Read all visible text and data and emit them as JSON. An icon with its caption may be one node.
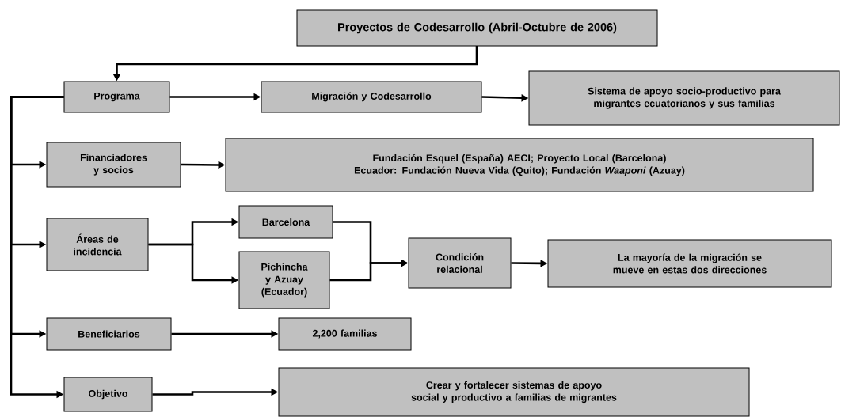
{
  "diagram": {
    "nodes": [
      {
        "text": [
          "Proyectos de Codesarrollo (Abril-Octubre de 2006)"
        ]
      },
      {
        "text": [
          "Programa"
        ]
      },
      {
        "text": [
          "Migración y Codesarrollo"
        ]
      },
      {
        "text": [
          "Sistema de apoyo socio-productivo para migrantes ecuatorianos y sus familias"
        ]
      },
      {
        "text": [
          "Financiadores y socios"
        ]
      },
      {
        "text": [
          "Fundación Esquel (España) AECI; Proyecto Local (Barcelona) Ecuador: Fundación Nueva Vida (Quito); Fundación *Waaponi* (Azuay)"
        ]
      },
      {
        "text": [
          "Áreas de incidencia"
        ]
      },
      {
        "text": [
          "Barcelona"
        ]
      },
      {
        "text": [
          "Pichincha y Azuay (Ecuador)"
        ]
      },
      {
        "text": [
          "Condición relacional"
        ]
      },
      {
        "text": [
          "La mayoría de la migración se mueve en estas dos direcciones"
        ]
      },
      {
        "text": [
          "Beneficiarios"
        ]
      },
      {
        "text": [
          "2,200 familias"
        ]
      },
      {
        "text": [
          "Objetivo"
        ]
      },
      {
        "text": [
          "Crear y fortalecer sistemas de apoyo social y productivo a familias de migrantes"
        ]
      }
    ],
    "edges": [
      {
        "from": 0,
        "to": 1,
        "arrow": "to"
      },
      {
        "from": 1,
        "to": 2,
        "arrow": "to"
      },
      {
        "from": 2,
        "to": 3,
        "arrow": "to"
      },
      {
        "from": 1,
        "to": 4,
        "arrow": "to"
      },
      {
        "from": 4,
        "to": 5,
        "arrow": "to"
      },
      {
        "from": 1,
        "to": 6,
        "arrow": "to"
      },
      {
        "from": 6,
        "to": 7,
        "arrow": "to"
      },
      {
        "from": 6,
        "to": 8,
        "arrow": "to"
      },
      {
        "from": 7,
        "to": 9,
        "arrow": "to"
      },
      {
        "from": 8,
        "to": 9,
        "arrow": "to"
      },
      {
        "from": 9,
        "to": 10,
        "arrow": "to"
      },
      {
        "from": 1,
        "to": 11,
        "arrow": "to"
      },
      {
        "from": 11,
        "to": 12,
        "arrow": "to"
      },
      {
        "from": 1,
        "to": 13,
        "arrow": "to"
      },
      {
        "from": 13,
        "to": 14,
        "arrow": "to"
      }
    ]
  }
}
